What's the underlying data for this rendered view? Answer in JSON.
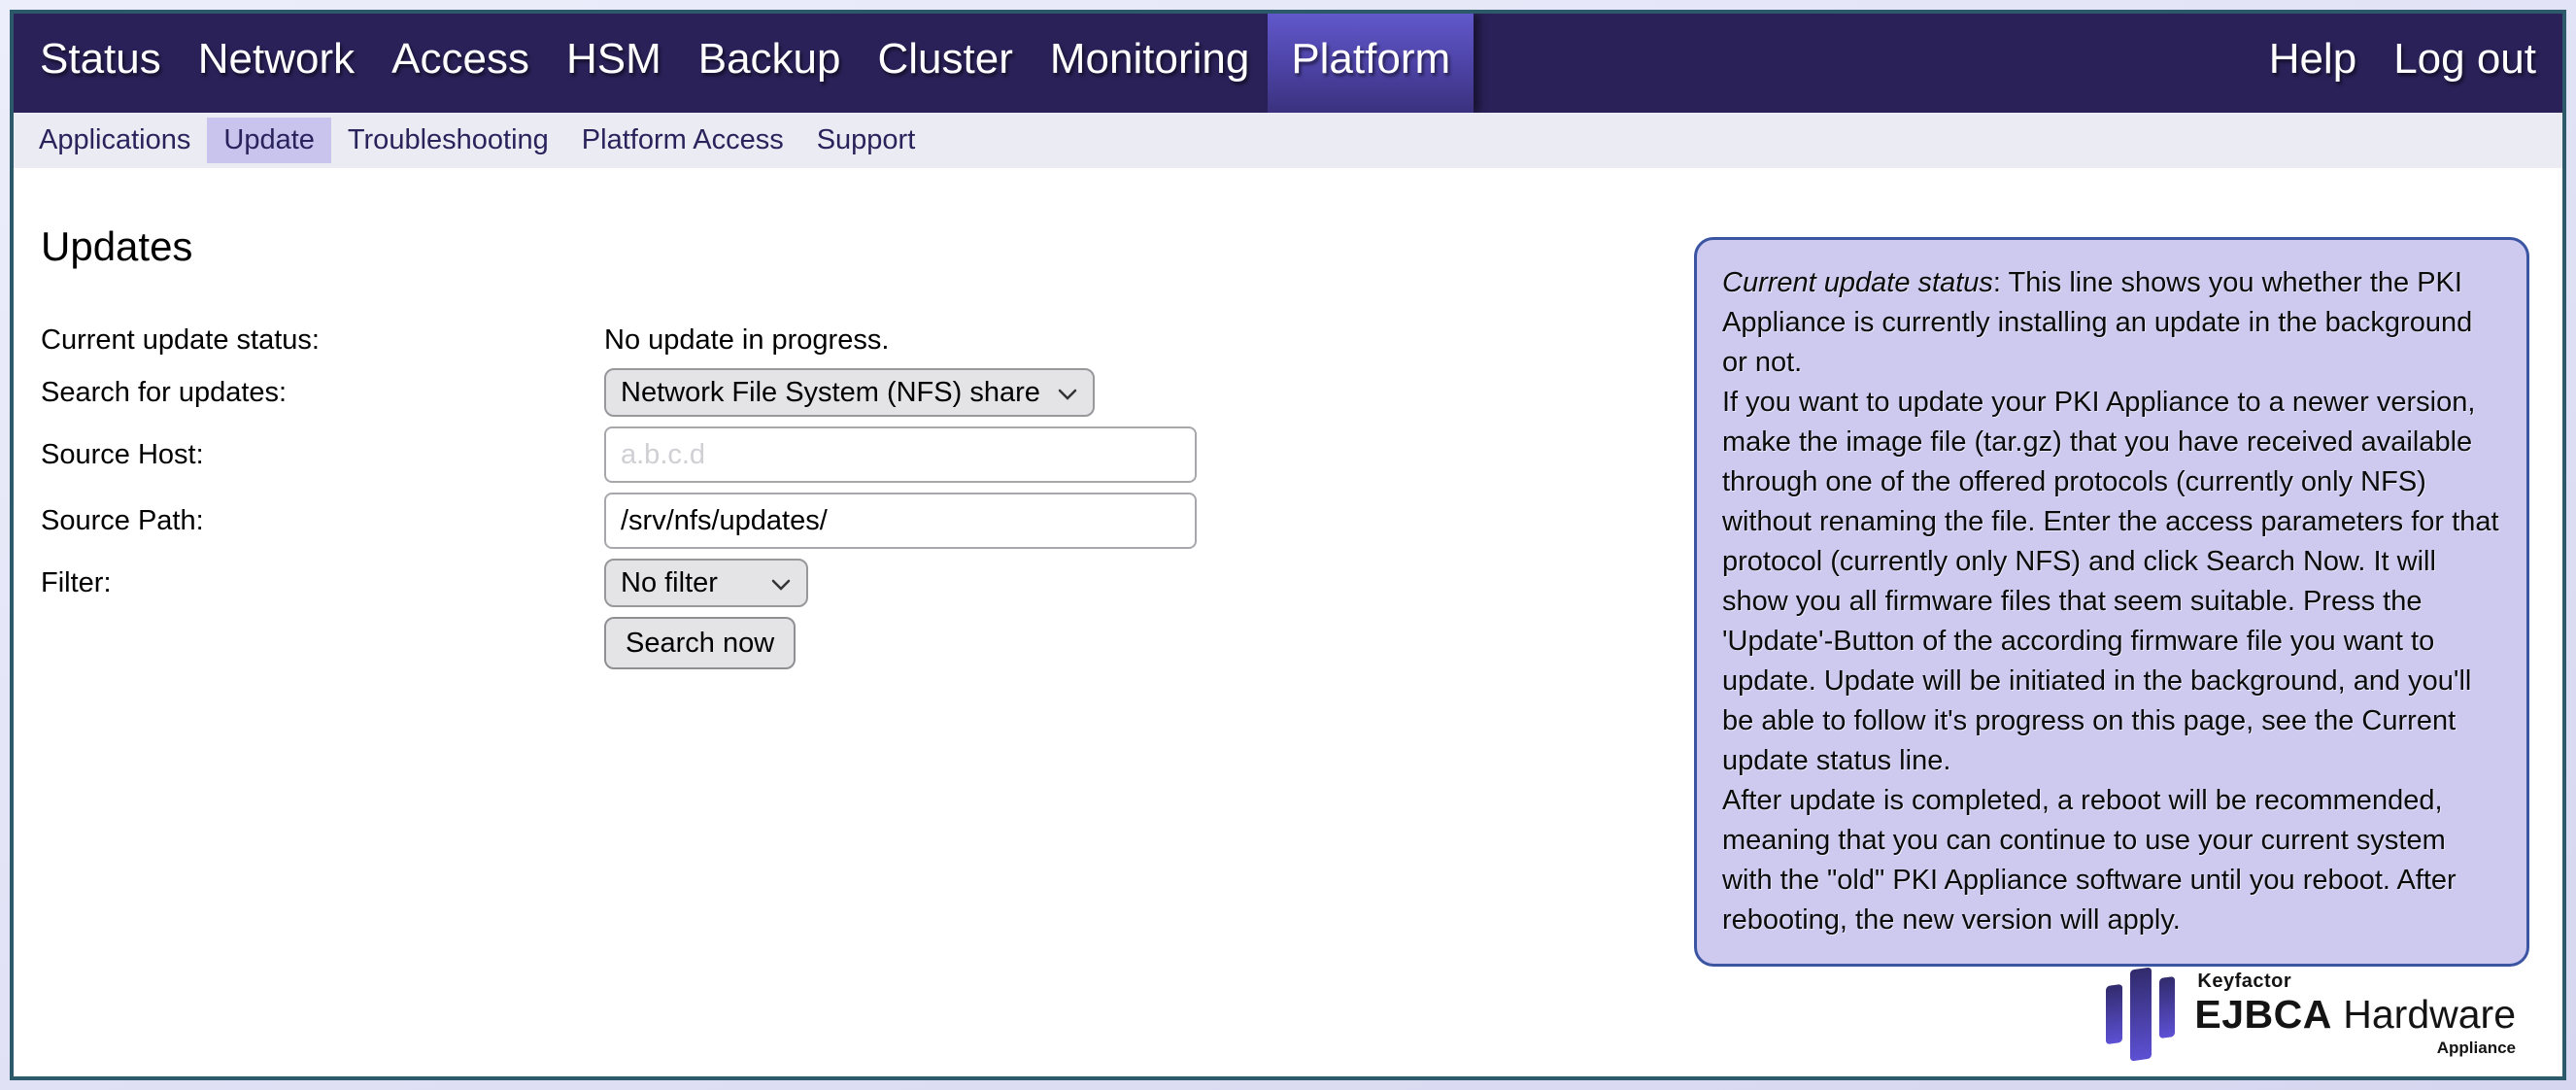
{
  "colors": {
    "topnav_bg": "#2a2158",
    "topnav_active_top": "#6158cb",
    "topnav_active_bottom": "#3a327e",
    "subnav_bg": "#ebebf4",
    "subnav_text": "#29235c",
    "subnav_active_bg": "#c8c4ee",
    "frame_border": "#2d5a6b",
    "infobox_bg": "#cdc9ef",
    "infobox_border": "#3c55a2",
    "logo_purple": "#5d50d4"
  },
  "topnav": {
    "items": [
      "Status",
      "Network",
      "Access",
      "HSM",
      "Backup",
      "Cluster",
      "Monitoring",
      "Platform"
    ],
    "active_item": "Platform",
    "help_label": "Help",
    "logout_label": "Log out"
  },
  "subnav": {
    "items": [
      "Applications",
      "Update",
      "Troubleshooting",
      "Platform Access",
      "Support"
    ],
    "active_item": "Update"
  },
  "main": {
    "title": "Updates",
    "form": {
      "status_label": "Current update status:",
      "status_value": "No update in progress.",
      "search_label": "Search for updates:",
      "search_selected_option": "Network File System (NFS) share",
      "source_host_label": "Source Host:",
      "source_host_placeholder": "a.b.c.d",
      "source_host_value": "",
      "source_path_label": "Source Path:",
      "source_path_value": "/srv/nfs/updates/",
      "filter_label": "Filter:",
      "filter_selected_option": "No filter",
      "search_button_label": "Search now"
    }
  },
  "infobox": {
    "lead_italic": "Current update status",
    "lead_rest": ": This line shows you whether the PKI Appliance is currently installing an update in the background or not.",
    "para2": "If you want to update your PKI Appliance to a newer version, make the image file (tar.gz) that you have received available through one of the offered protocols (currently only NFS) without renaming the file. Enter the access parameters for that protocol (currently only NFS) and click Search Now. It will show you all firmware files that seem suitable. Press the 'Update'-Button of the according firmware file you want to update. Update will be initiated in the background, and you'll be able to follow it's progress on this page, see the Current update status line.",
    "para3": "After update is completed, a reboot will be recommended, meaning that you can continue to use your current system with the \"old\" PKI Appliance software until you reboot. After rebooting, the new version will apply."
  },
  "logo": {
    "brand": "Keyfactor",
    "product_bold": "EJBCA",
    "product_regular": "Hardware",
    "suffix": "Appliance"
  }
}
